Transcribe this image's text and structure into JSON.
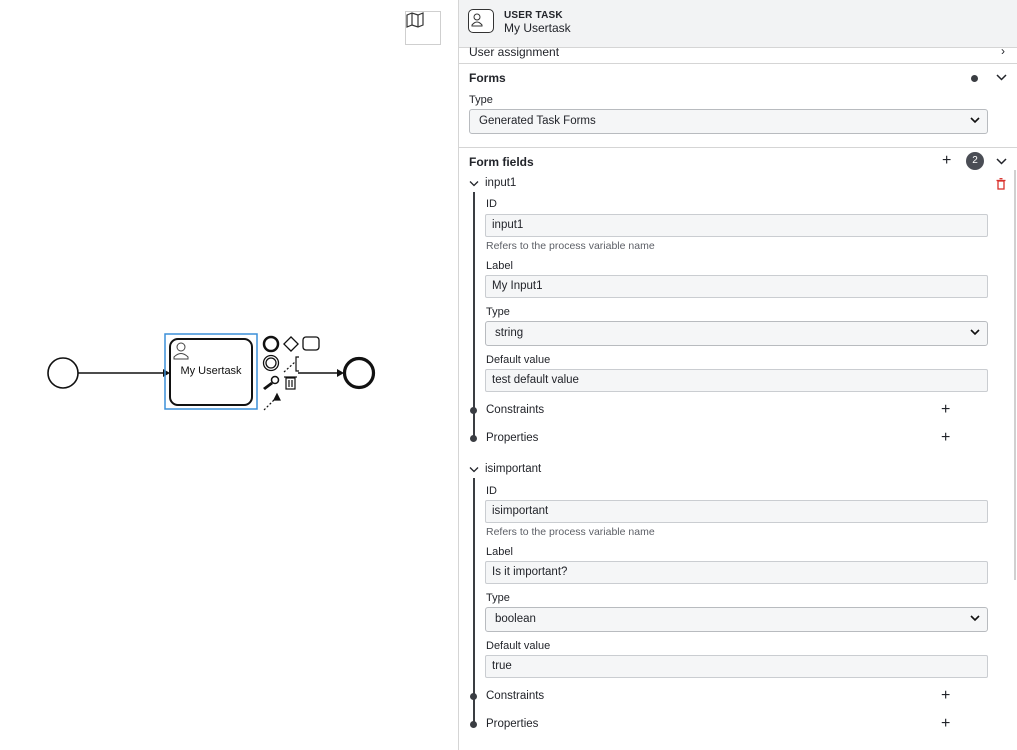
{
  "header": {
    "type": "USER TASK",
    "name": "My Usertask"
  },
  "canvas": {
    "task_label": "My Usertask"
  },
  "groups": {
    "user_assignment": "User assignment",
    "forms": {
      "title": "Forms",
      "type_label": "Type",
      "type_value": "Generated Task Forms"
    },
    "form_fields": {
      "title": "Form fields",
      "count": "2",
      "fields": [
        {
          "name": "input1",
          "id_label": "ID",
          "id_value": "input1",
          "id_desc": "Refers to the process variable name",
          "label_label": "Label",
          "label_value": "My Input1",
          "type_label": "Type",
          "type_value": "string",
          "default_label": "Default value",
          "default_value": "test default value",
          "constraints": "Constraints",
          "properties": "Properties"
        },
        {
          "name": "isimportant",
          "id_label": "ID",
          "id_value": "isimportant",
          "id_desc": "Refers to the process variable name",
          "label_label": "Label",
          "label_value": "Is it important?",
          "type_label": "Type",
          "type_value": "boolean",
          "default_label": "Default value",
          "default_value": "true",
          "constraints": "Constraints",
          "properties": "Properties"
        }
      ]
    }
  },
  "colors": {
    "selection": "#3b8fd8",
    "delete": "#d9302b"
  },
  "icons": [
    "map-icon",
    "user-task-icon",
    "chevron-right-icon",
    "chevron-down-icon",
    "plus-icon",
    "trash-icon"
  ]
}
